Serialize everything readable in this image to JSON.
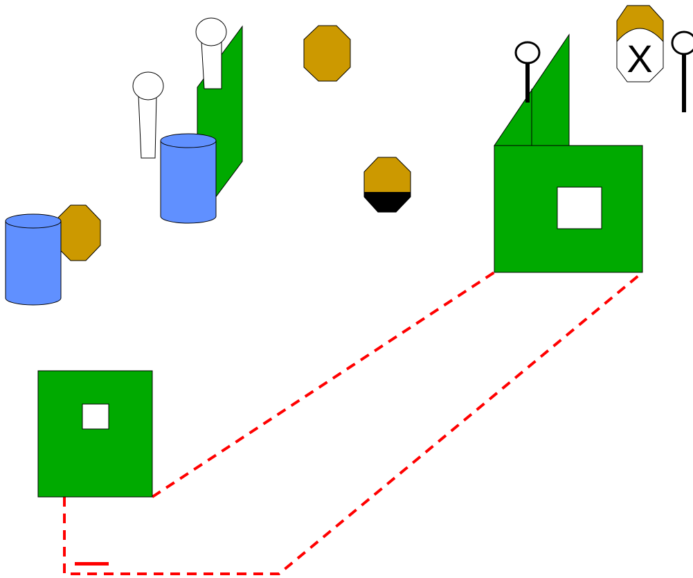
{
  "scene": {
    "background": "#ffffff"
  },
  "colors": {
    "wall_green": "#00aa00",
    "barrel_blue": "#6090ff",
    "sign_gold": "#cc9900",
    "path_red": "#ff0000",
    "outline": "#000000",
    "window_white": "#ffffff"
  },
  "objects": {
    "route": {
      "icon": "dashed-path-icon",
      "style": "dashed"
    },
    "walls": [
      {
        "icon": "wall-with-window-icon",
        "id": "near-wall"
      },
      {
        "icon": "wall-with-window-icon",
        "id": "far-wall"
      },
      {
        "icon": "wall-panel-icon",
        "id": "wall-panel-left"
      },
      {
        "icon": "wall-panel-icon",
        "id": "wall-panel-right"
      }
    ],
    "barrels": [
      {
        "icon": "blue-barrel-icon",
        "id": "barrel-near"
      },
      {
        "icon": "blue-barrel-icon",
        "id": "barrel-far"
      }
    ],
    "posts": [
      {
        "icon": "white-post-icon",
        "id": "post-a"
      },
      {
        "icon": "white-post-icon",
        "id": "post-b"
      }
    ],
    "signs": [
      {
        "icon": "octagon-sign-icon",
        "id": "sign-left"
      },
      {
        "icon": "octagon-sign-icon",
        "id": "sign-top"
      },
      {
        "icon": "half-black-octagon-icon",
        "id": "sign-center"
      },
      {
        "icon": "octagon-sign-icon",
        "id": "sign-top-right"
      }
    ],
    "x_sign": {
      "icon": "x-octagon-icon",
      "glyph": "X"
    },
    "pins": [
      {
        "icon": "pin-marker-icon",
        "id": "pin-a"
      },
      {
        "icon": "pin-marker-icon",
        "id": "pin-b"
      },
      {
        "icon": "pin-marker-icon",
        "id": "pin-c"
      }
    ],
    "marker": {
      "icon": "red-dash-marker-icon"
    }
  }
}
